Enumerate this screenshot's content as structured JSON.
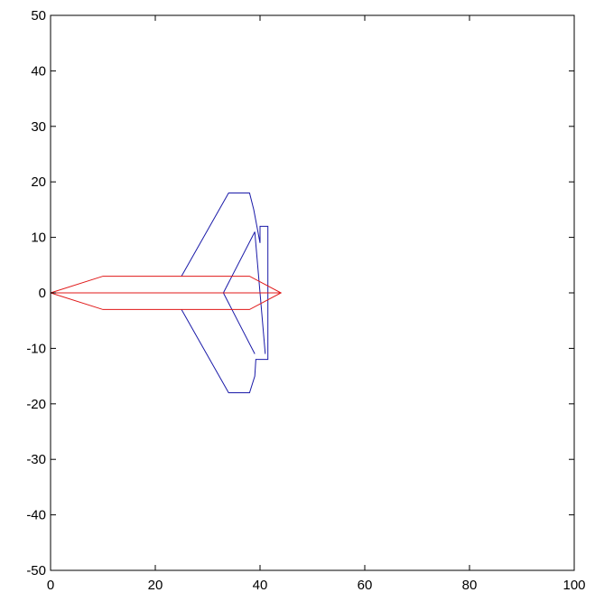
{
  "chart_data": {
    "type": "line",
    "title": "",
    "xlabel": "",
    "ylabel": "",
    "xlim": [
      0,
      100
    ],
    "ylim": [
      -50,
      50
    ],
    "xticks": [
      0,
      20,
      40,
      60,
      80,
      100
    ],
    "yticks": [
      -50,
      -40,
      -30,
      -20,
      -10,
      0,
      10,
      20,
      30,
      40,
      50
    ],
    "xtick_labels": [
      "0",
      "20",
      "40",
      "60",
      "80",
      "100"
    ],
    "ytick_labels": [
      "-50",
      "-40",
      "-30",
      "-20",
      "-10",
      "0",
      "10",
      "20",
      "30",
      "40",
      "50"
    ],
    "grid": false,
    "legend": "none",
    "series": [
      {
        "color": "#1a1aa8",
        "x": [
          25,
          34,
          38,
          38.8,
          40,
          40,
          41.5,
          41.5,
          39.2,
          39,
          38,
          34,
          25
        ],
        "y": [
          3,
          18,
          18,
          15,
          9,
          12,
          12,
          -12,
          -12,
          -15,
          -18,
          -18,
          -3
        ]
      },
      {
        "color": "#1a1aa8",
        "x": [
          39,
          33,
          39
        ],
        "y": [
          11,
          0,
          -11
        ]
      },
      {
        "color": "#1a1aa8",
        "x": [
          39,
          40,
          41
        ],
        "y": [
          11,
          0,
          -11
        ]
      },
      {
        "color": "#e01818",
        "x": [
          0,
          10,
          38,
          44,
          38,
          10,
          0
        ],
        "y": [
          0,
          3,
          3,
          0,
          -3,
          -3,
          0
        ]
      },
      {
        "color": "#e01818",
        "x": [
          0,
          44
        ],
        "y": [
          0,
          0
        ]
      }
    ]
  }
}
